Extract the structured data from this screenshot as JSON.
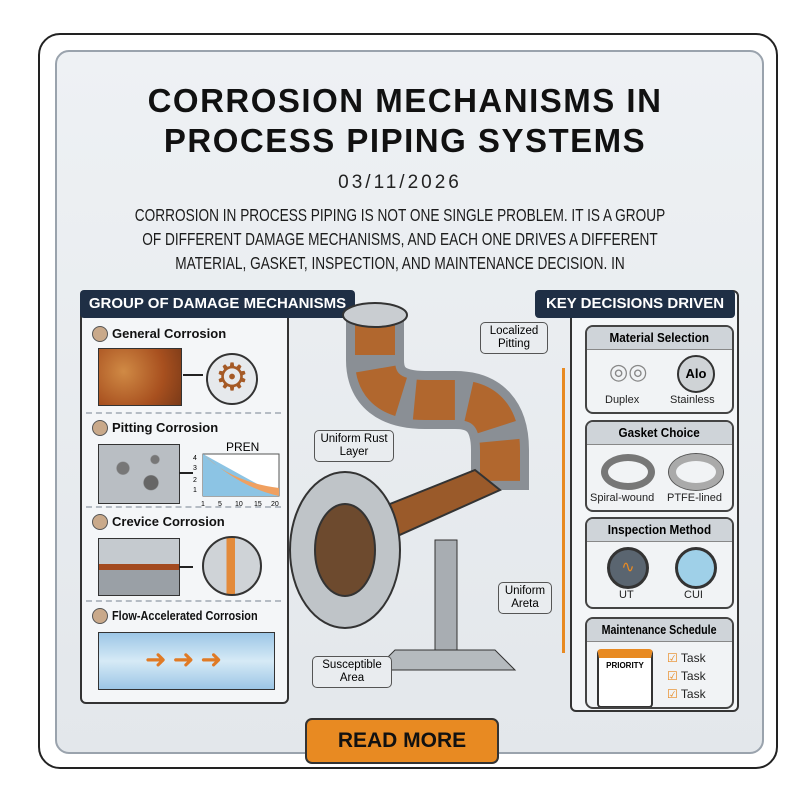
{
  "title_lines": [
    "CORROSION MECHANISMS IN",
    "PROCESS PIPING SYSTEMS"
  ],
  "date": "03/11/2026",
  "intro_lines": [
    "CORROSION IN PROCESS PIPING IS NOT ONE SINGLE PROBLEM. IT IS A GROUP",
    "OF DIFFERENT DAMAGE MECHANISMS, AND EACH ONE DRIVES A DIFFERENT",
    "MATERIAL, GASKET, INSPECTION, AND MAINTENANCE DECISION. IN"
  ],
  "left_panel": {
    "header": "GROUP OF DAMAGE MECHANISMS",
    "items": [
      {
        "label": "General Corrosion",
        "icon": "gear-icon"
      },
      {
        "label": "Pitting Corrosion",
        "chart_label": "PREN",
        "y_ticks": [
          "4",
          "3",
          "2",
          "1"
        ],
        "x_ticks": [
          "1",
          "5",
          "10",
          "15",
          "20"
        ]
      },
      {
        "label": "Crevice Corrosion",
        "icon": "flange-gap-icon"
      },
      {
        "label": "Flow-Accelerated Corrosion",
        "icon": "flow-arrows-icon"
      }
    ]
  },
  "callouts": {
    "localized_pitting": "Localized Pitting",
    "uniform_rust": "Uniform Rust Layer",
    "uniform_areta": "Uniform Areta",
    "susceptible": "Susceptible Area"
  },
  "right_panel": {
    "header": "KEY DECISIONS DRIVEN",
    "boxes": [
      {
        "title": "Material Selection",
        "items": [
          "Duplex",
          "Stainless"
        ],
        "badge": "Alo"
      },
      {
        "title": "Gasket Choice",
        "items": [
          "Spiral-wound",
          "PTFE-lined"
        ]
      },
      {
        "title": "Inspection Method",
        "items": [
          "UT",
          "CUI"
        ]
      },
      {
        "title": "Maintenance Schedule",
        "calendar": "PRIORITY",
        "tasks": [
          "Task",
          "Task",
          "Task"
        ]
      }
    ]
  },
  "button": "READ MORE",
  "colors": {
    "accent": "#e88a22",
    "navy": "#1f2f45",
    "rust": "#b5622a"
  }
}
